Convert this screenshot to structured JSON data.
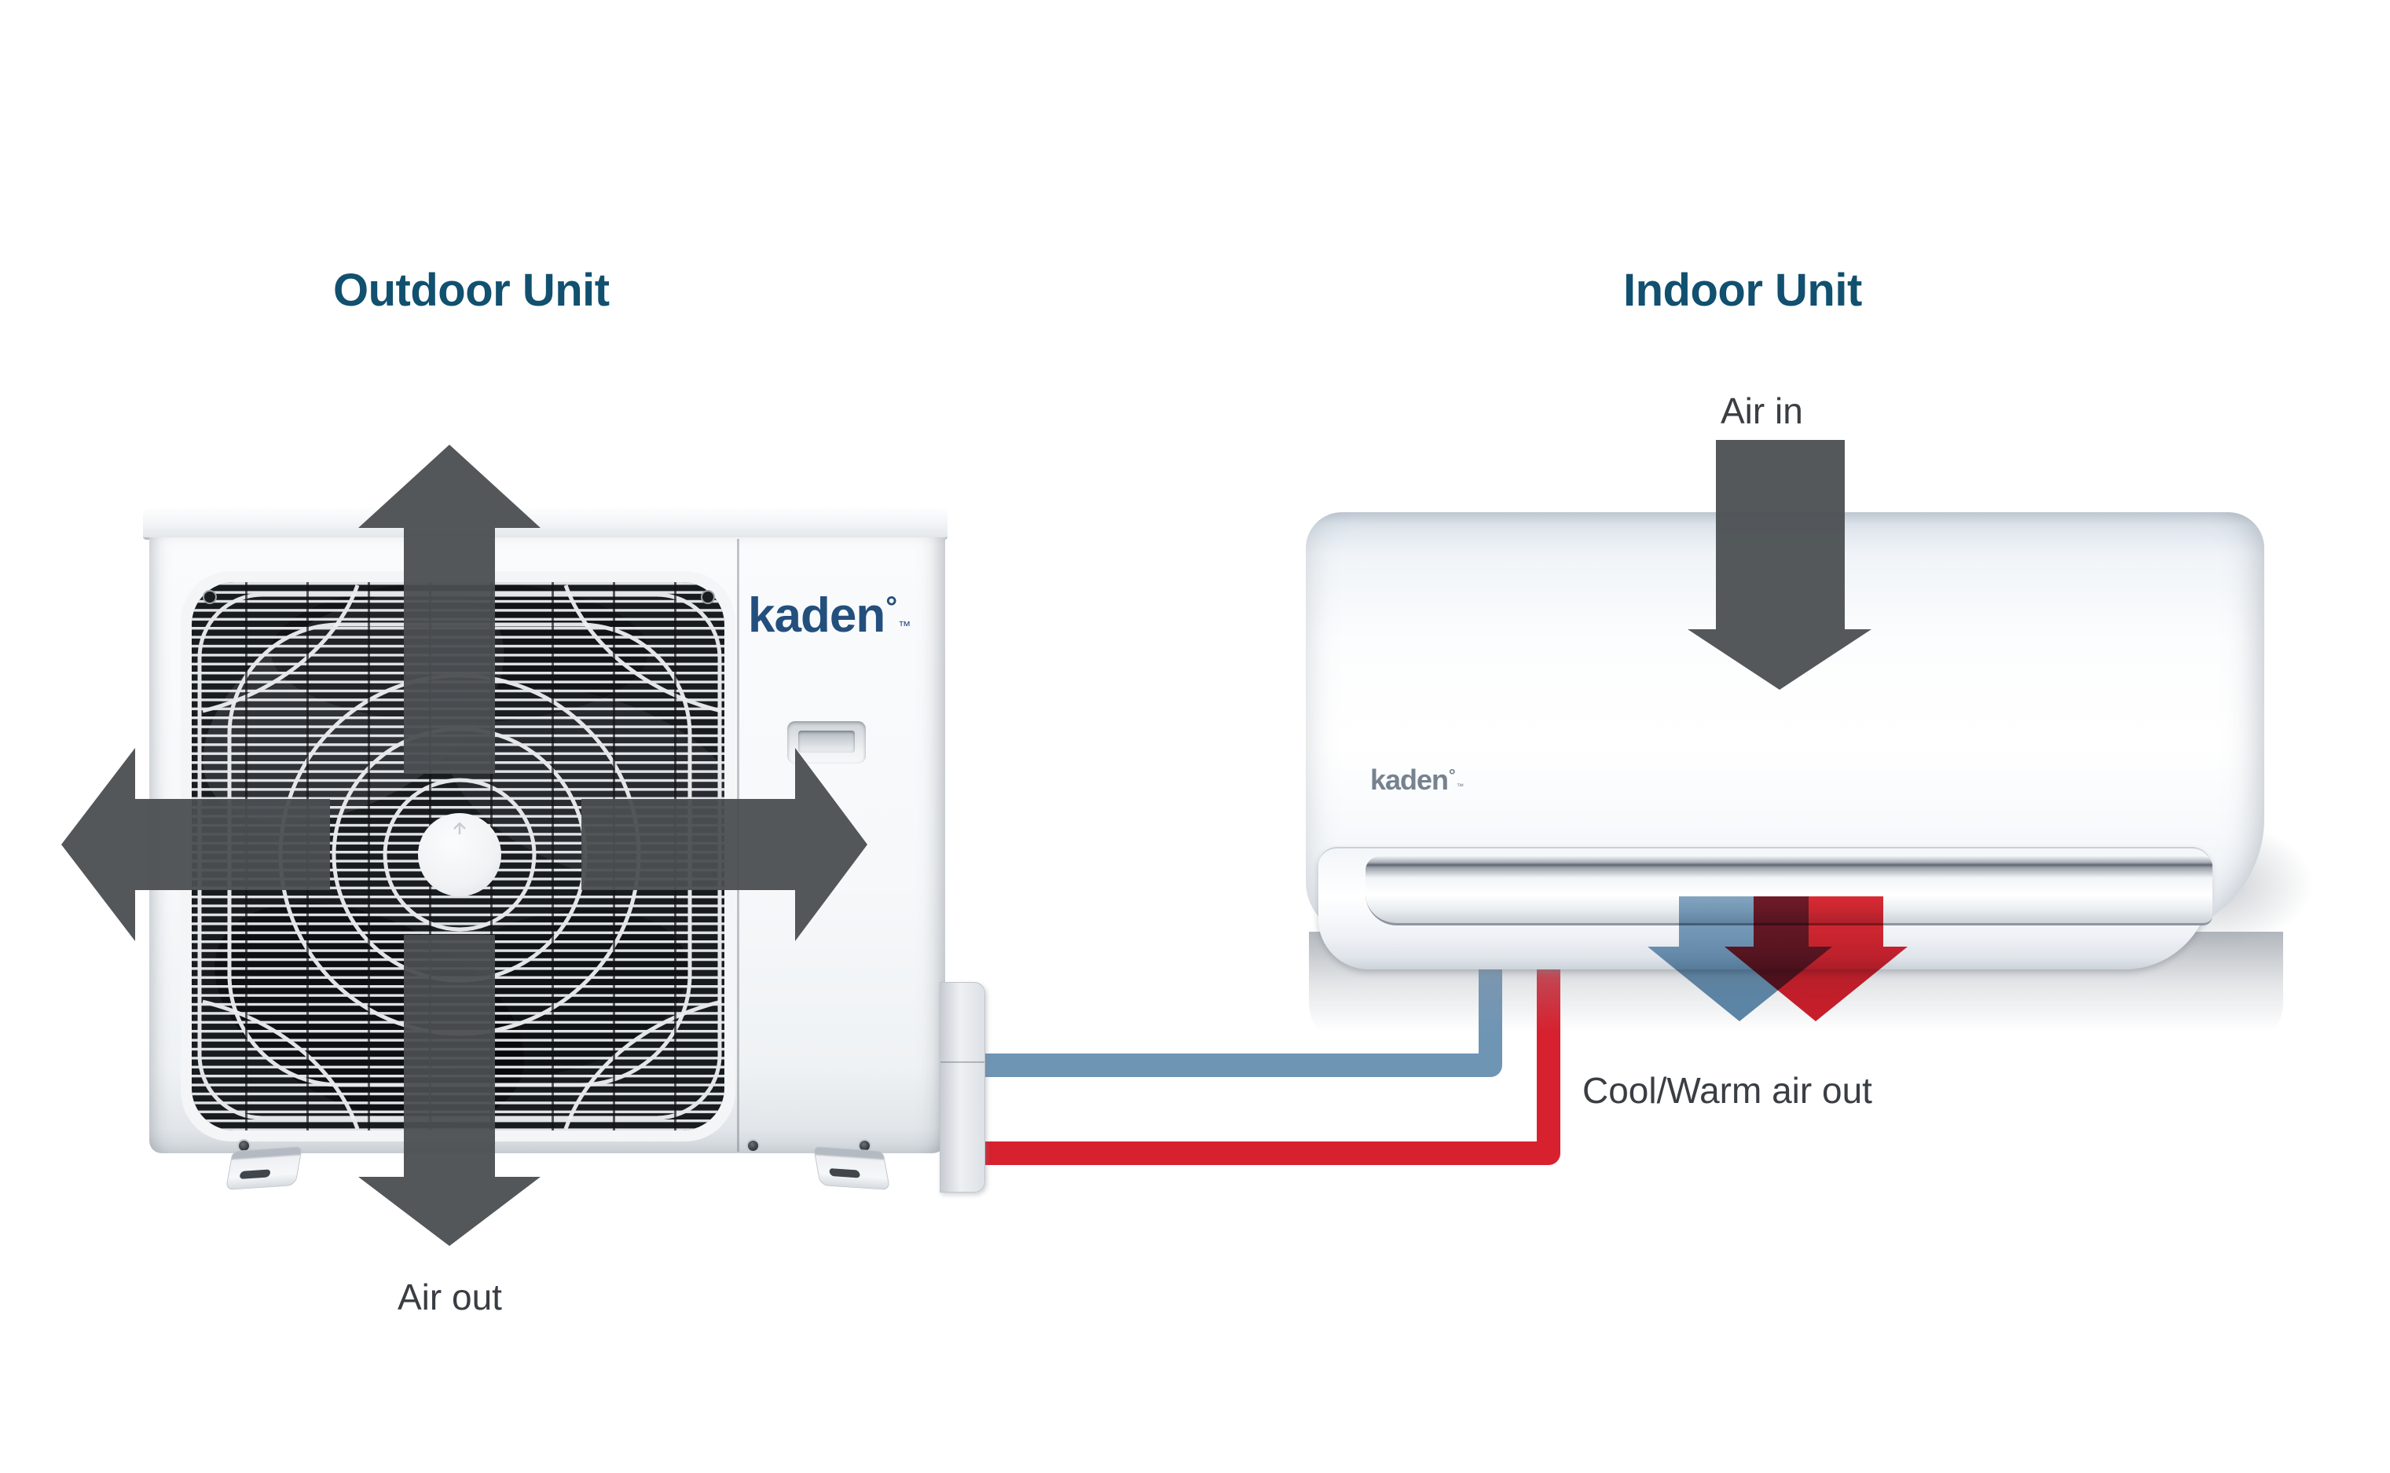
{
  "diagram": {
    "outdoor": {
      "title": "Outdoor Unit",
      "air_out_label": "Air out",
      "airflow_directions": [
        "up",
        "left",
        "right",
        "down"
      ]
    },
    "indoor": {
      "title": "Indoor Unit",
      "air_in_label": "Air in",
      "air_out_label": "Cool/Warm air out"
    },
    "brand": {
      "name": "kaden",
      "degree": "°",
      "trademark": "™"
    },
    "colors": {
      "title_teal": "#11506f",
      "label_gray": "#3a3e43",
      "airflow_arrow_gray": "#4b4e51",
      "cool_air_blue": "#6f95b5",
      "warm_air_red": "#d7212f",
      "cool_warm_overlap_maroon": "#4f1722",
      "brand_navy": "#234f7d",
      "brand_indoor_gray": "#76828e",
      "refrigerant_line_cool": "#6f95b5",
      "refrigerant_line_warm": "#d7212f"
    }
  }
}
